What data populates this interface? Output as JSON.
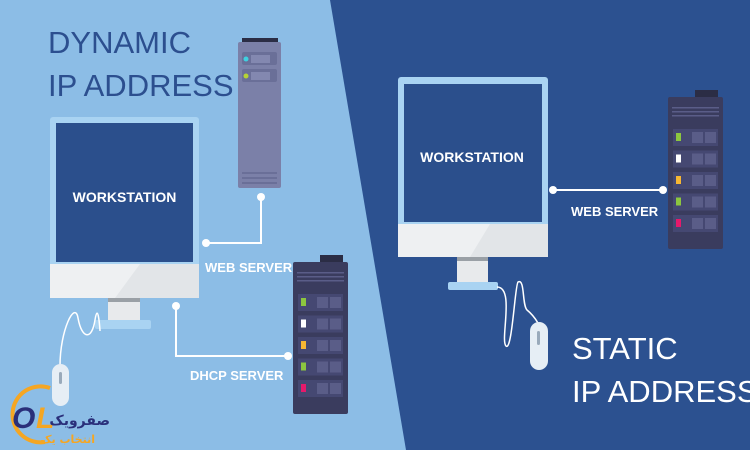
{
  "left": {
    "title_line1": "DYNAMIC",
    "title_line2": "IP ADDRESS",
    "workstation_label": "WORKSTATION",
    "web_server_label": "WEB SERVER",
    "dhcp_server_label": "DHCP SERVER"
  },
  "right": {
    "title_line1": "STATIC",
    "title_line2": "IP ADDRESS",
    "workstation_label": "WORKSTATION",
    "web_server_label": "WEB SERVER"
  },
  "logo": {
    "mark": "OL",
    "line1": "صفرویک",
    "line2": "انتخاب یک"
  },
  "colors": {
    "left_bg": "#8cbde6",
    "right_bg": "#2c5190",
    "screen": "#2b4f8c",
    "rack": "#3a3c5e",
    "tower": "#7b80a8",
    "logo_orange": "#f5a623",
    "logo_navy": "#2a2f7a"
  },
  "rack_leds": [
    "#8cc63f",
    "#ffffff",
    "#f7b733",
    "#8cc63f",
    "#e6196b"
  ]
}
